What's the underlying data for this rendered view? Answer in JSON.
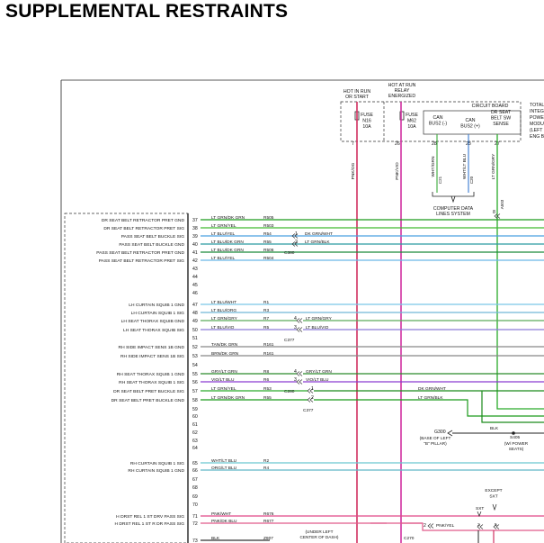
{
  "title": "SUPPLEMENTAL RESTRAINTS",
  "header": {
    "hot_in_run_start": [
      "HOT IN RUN",
      "OR START"
    ],
    "hot_at_run_relay": [
      "HOT AT RUN",
      "RELAY",
      "ENERGIZED"
    ],
    "fuse1": [
      "FUSE",
      "N16",
      "10A"
    ],
    "fuse2": [
      "FUSE",
      "M62",
      "10A"
    ],
    "circuit_board": "CIRCUIT BOARD",
    "can_minus": [
      "CAN",
      "BUS2 (-)"
    ],
    "can_plus": [
      "CAN",
      "BUS2 (+)"
    ],
    "seat_sense": [
      "DR SEAT",
      "BELT SW",
      "SENSE"
    ],
    "right_edge": [
      "TOTAL",
      "INTEG",
      "POWER",
      "MODU",
      "(LEFT",
      "ENG B"
    ],
    "pins": [
      "7",
      "26",
      "28",
      "28",
      "27"
    ],
    "vert_labels": [
      "PNK/OG",
      "PNK/VIO",
      "WHT/GRN",
      "WHT/LT BLU",
      "LT GRN/GRY"
    ],
    "vert_codes": [
      "C21",
      "C20",
      "A503"
    ],
    "computer_data": [
      "COMPUTER DATA",
      "LINES SYSTEM"
    ],
    "pin_8": "8"
  },
  "rows": [
    {
      "label": "DR SEAT BELT RETRACTOR PRET GND",
      "pin": "37",
      "wire": "LT GRN/DK GRN",
      "code": "R505",
      "color": "#1a9a1a"
    },
    {
      "label": "DR SEAT BELT RETRACTOR PRET SIG",
      "pin": "38",
      "wire": "LT GRN/YEL",
      "code": "R503",
      "color": "#40bb30"
    },
    {
      "label": "PASS SEAT BELT BUCKLE SIG",
      "pin": "39",
      "wire": "LT BLU/YEL",
      "code": "R54",
      "color": "#4aa0e0"
    },
    {
      "label": "PASS SEAT BELT BUCKLE GND",
      "pin": "40",
      "wire": "LT BLU/DK GRN",
      "code": "R55",
      "color": "#2a9aa0"
    },
    {
      "label": "PASS SEAT BELT RETRACTOR PRET GND",
      "pin": "41",
      "wire": "LT BLU/DK GRN",
      "code": "R506",
      "color": "#1a8a3a"
    },
    {
      "label": "PASS SEAT BELT RETRACTOR PRET SIG",
      "pin": "42",
      "wire": "LT BLU/YEL",
      "code": "R504",
      "color": "#6ab8e8"
    },
    {
      "label": "LH CURTAIN SQUIB 1 GND",
      "pin": "47",
      "wire": "LT BLU/WHT",
      "code": "R1",
      "color": "#7ac8e8"
    },
    {
      "label": "LH CURTAIN SQUIB 1 SIG",
      "pin": "48",
      "wire": "LT BLU/ORG",
      "code": "R3",
      "color": "#70b8d8"
    },
    {
      "label": "LH SEAT THORAX SQUIB GND",
      "pin": "49",
      "wire": "LT GRN/GRY",
      "code": "R7",
      "color": "#5aaa5a"
    },
    {
      "label": "LH SEAT THORAX SQUIB SIG",
      "pin": "50",
      "wire": "LT BLU/VIO",
      "code": "R5",
      "color": "#8a7ad8"
    },
    {
      "label": "RH SIDE IMPACT SENS 1B GND",
      "pin": "52",
      "wire": "TAN/DK GRN",
      "code": "R161",
      "color": "#888888"
    },
    {
      "label": "RH SIDE IMPACT SENS 1B SIG",
      "pin": "53",
      "wire": "BRN/DK GRN",
      "code": "R161",
      "color": "#888888"
    },
    {
      "label": "RH SEAT THORAX SQUIB 1 GND",
      "pin": "55",
      "wire": "GRY/LT GRN",
      "code": "R8",
      "color": "#2a8a2a"
    },
    {
      "label": "RH SEAT THORAX SQUIB 1 SIG",
      "pin": "56",
      "wire": "VIO/LT BLU",
      "code": "R6",
      "color": "#8a3ad0"
    },
    {
      "label": "DR SEAT BELT PRET BUCKLE SIG",
      "pin": "57",
      "wire": "LT GRN/YEL",
      "code": "R53",
      "color": "#2aaa2a"
    },
    {
      "label": "DR SEAT BELT PRET BUCKLE GND",
      "pin": "58",
      "wire": "LT GRN/DK GRN",
      "code": "R55",
      "color": "#1a9a1a"
    },
    {
      "label": "RH CURTAIN SQUIB 1 SIG",
      "pin": "65",
      "wire": "WHT/LT BLU",
      "code": "R2",
      "color": "#6ac8d0"
    },
    {
      "label": "RH CURTAIN SQUIB 1 GND",
      "pin": "66",
      "wire": "ORG/LT BLU",
      "code": "R4",
      "color": "#60b8c8"
    },
    {
      "label": "H DRST REL 1 ST DRV PASS SIG",
      "pin": "71",
      "wire": "PNK/WHT",
      "code": "R676",
      "color": "#e04888"
    },
    {
      "label": "H DRST REL 1 ST R DR PASS SIG",
      "pin": "72",
      "wire": "PNK/DK BLU",
      "code": "R677",
      "color": "#e05a8a"
    },
    {
      "label": "",
      "pin": "73",
      "wire": "BLK",
      "code": "Z907",
      "color": "#333333"
    }
  ],
  "blank_pins": [
    "43",
    "44",
    "45",
    "46",
    "51",
    "54",
    "59",
    "60",
    "61",
    "62",
    "63",
    "64",
    "67",
    "68",
    "69",
    "70"
  ],
  "splices": {
    "c380": {
      "label": "C380",
      "pin_top": "1",
      "pin_bottom": "2",
      "wire_top": "DK GRN/WHT",
      "wire_bottom": "LT GRN/BLK"
    },
    "c377": {
      "label": "C377",
      "pin_top": "4",
      "pin_bottom": "3",
      "wire_top": "LT GRN/GRY",
      "wire_bottom": "LT BLU/VIO"
    },
    "c280": {
      "label": "C280",
      "pin_top": "4",
      "pin_bottom": "3",
      "wire_top": "GRY/LT GRN",
      "wire_bottom": "VIO/LT BLU"
    },
    "c377b": {
      "label": "C377",
      "pin_a": "1",
      "pin_b": "2",
      "wire_a": "DK GRN/WHT",
      "wire_b": "LT GRN/BLK"
    }
  },
  "ground": {
    "g300": "G300",
    "base": [
      "(BASE OF LEFT",
      "\"B\" PILLAR)"
    ],
    "blk": "BLK",
    "s405": "S405",
    "power_seats": [
      "(W/ POWER",
      "SEATS)"
    ]
  },
  "bottom": {
    "except": [
      "EXCEPT",
      "SXT"
    ],
    "sxt": "SXT",
    "c270": "C270",
    "pnk_yel": "PNK/YEL",
    "pin2": "2",
    "pin2b": "2",
    "pin5": "5",
    "under_dash": [
      "(UNDER LEFT",
      "CENTER OF DASH)"
    ]
  }
}
